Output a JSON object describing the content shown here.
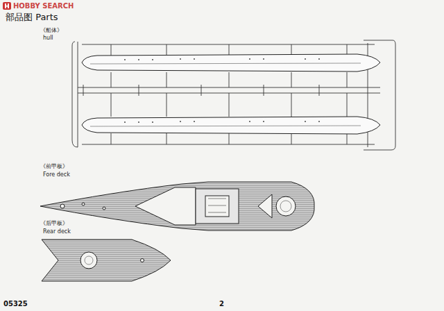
{
  "diagram": {
    "title": "部品图 Parts",
    "labels": [
      "HOBBY SEARCH",
      "《船体》",
      "hull",
      "《前甲板》",
      "Fore deck",
      "《后甲板》",
      "Rear deck",
      "05325",
      "2"
    ]
  }
}
